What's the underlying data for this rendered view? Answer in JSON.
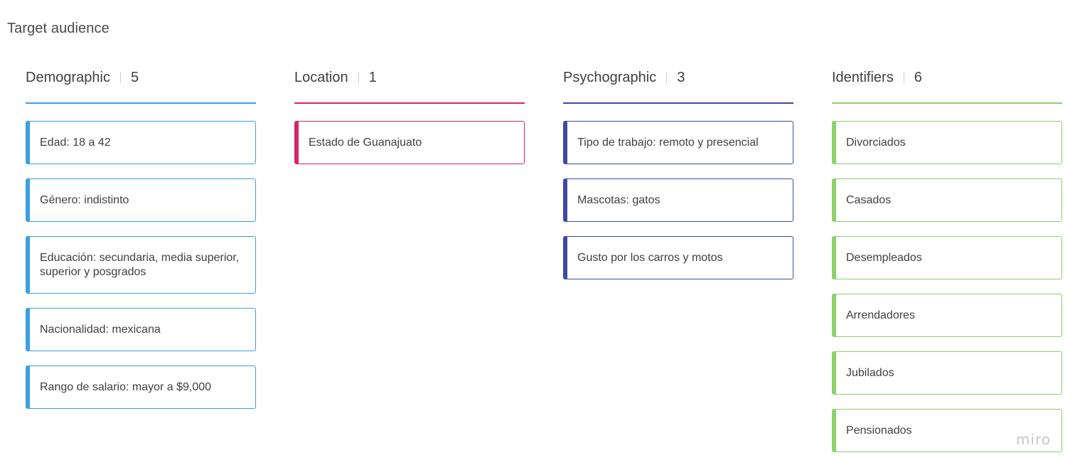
{
  "page": {
    "title": "Target audience"
  },
  "colors": {
    "demographic": "#3aa0e0",
    "location": "#d6236a",
    "psychographic": "#3f4aa6",
    "identifiers": "#8cd16a"
  },
  "columns": [
    {
      "name": "Demographic",
      "count": "5",
      "cards": [
        "Edad: 18 a 42",
        "Género: indistinto",
        "Educación: secundaria, media superior, superior y posgrados",
        "Nacionalidad: mexicana",
        "Rango de salario: mayor a $9,000"
      ]
    },
    {
      "name": "Location",
      "count": "1",
      "cards": [
        "Estado de Guanajuato"
      ]
    },
    {
      "name": "Psychographic",
      "count": "3",
      "cards": [
        "Tipo de trabajo: remoto y presencial",
        "Mascotas: gatos",
        "Gusto por los carros y motos"
      ]
    },
    {
      "name": "Identifiers",
      "count": "6",
      "cards": [
        "Divorciados",
        "Casados",
        "Desempleados",
        "Arrendadores",
        "Jubilados",
        "Pensionados"
      ]
    }
  ],
  "watermark": "miro"
}
